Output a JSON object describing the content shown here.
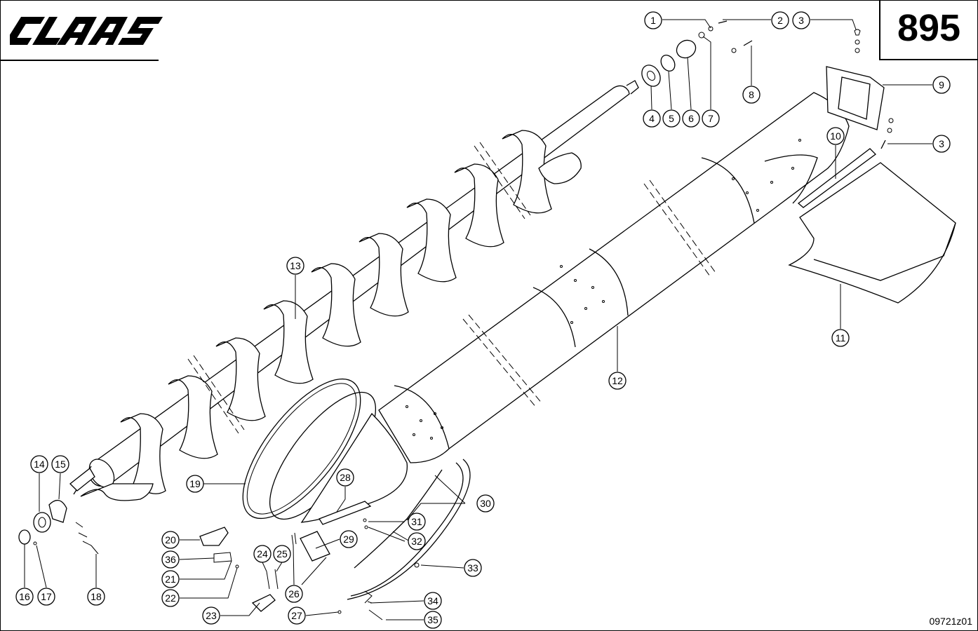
{
  "brand": {
    "name": "CLAAS",
    "logo": "claas-logo"
  },
  "page_number": "895",
  "drawing_code": "09721z01",
  "callouts": [
    {
      "label": "1"
    },
    {
      "label": "2"
    },
    {
      "label": "3"
    },
    {
      "label": "3"
    },
    {
      "label": "4"
    },
    {
      "label": "5"
    },
    {
      "label": "6"
    },
    {
      "label": "7"
    },
    {
      "label": "8"
    },
    {
      "label": "9"
    },
    {
      "label": "10"
    },
    {
      "label": "11"
    },
    {
      "label": "12"
    },
    {
      "label": "13"
    },
    {
      "label": "14"
    },
    {
      "label": "15"
    },
    {
      "label": "16"
    },
    {
      "label": "17"
    },
    {
      "label": "18"
    },
    {
      "label": "19"
    },
    {
      "label": "20"
    },
    {
      "label": "21"
    },
    {
      "label": "22"
    },
    {
      "label": "23"
    },
    {
      "label": "24"
    },
    {
      "label": "25"
    },
    {
      "label": "26"
    },
    {
      "label": "27"
    },
    {
      "label": "28"
    },
    {
      "label": "29"
    },
    {
      "label": "30"
    },
    {
      "label": "31"
    },
    {
      "label": "32"
    },
    {
      "label": "33"
    },
    {
      "label": "34"
    },
    {
      "label": "35"
    },
    {
      "label": "36"
    }
  ]
}
